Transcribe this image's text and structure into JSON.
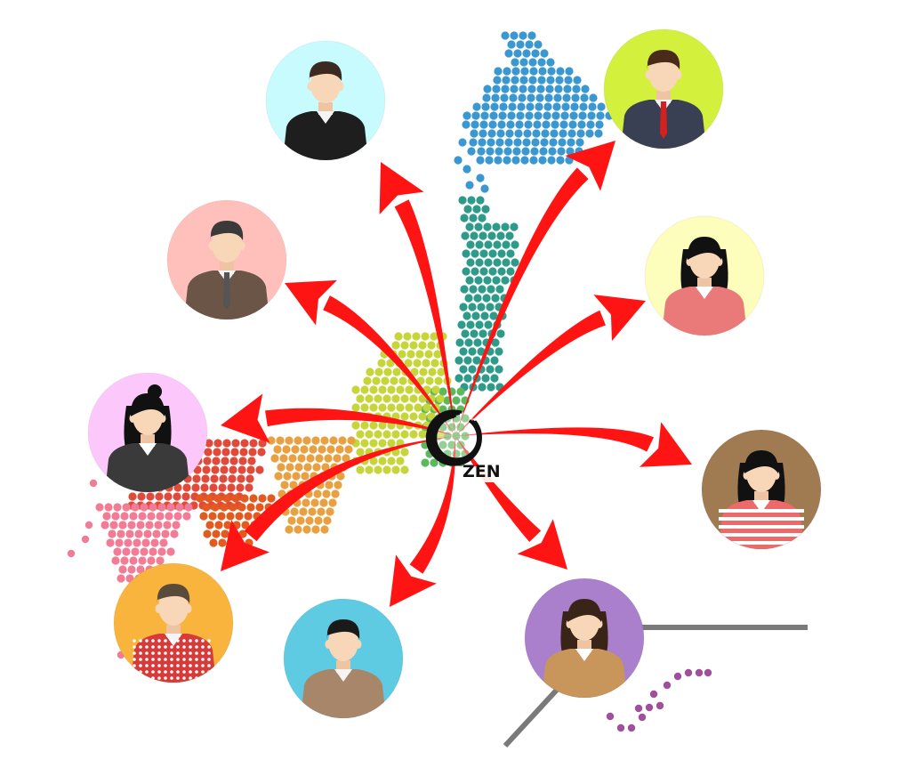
{
  "logo": {
    "text": "ZEN",
    "icon": "zen-ring-logo",
    "color": "#111111"
  },
  "colors": {
    "arrow": "#ff1414",
    "map_regions": {
      "hokkaido": "#3a97cf",
      "tohoku": "#2e9b8a",
      "kanto": "#5cb85c",
      "chubu": "#c6d63a",
      "kansai": "#e8a040",
      "chugoku": "#e04a3a",
      "shikoku": "#e25a20",
      "kyushu": "#f07c95",
      "okinawa": "#a0509a"
    },
    "connector_line": "#7a7a7a"
  },
  "people": [
    {
      "id": "top",
      "icon": "man-black-jacket-avatar-icon",
      "bg": "#c8fbfd",
      "top": "#1e1e1e",
      "hair": "#3a2a20"
    },
    {
      "id": "upper-left",
      "icon": "man-brown-suit-avatar-icon",
      "bg": "#ffc0bc",
      "top": "#6b5546",
      "hair": "#3a3a3a"
    },
    {
      "id": "left",
      "icon": "woman-bun-hair-avatar-icon",
      "bg": "#fcc8fc",
      "top": "#3a3a3a",
      "hair": "#111111"
    },
    {
      "id": "lower-left",
      "icon": "man-polka-shirt-avatar-icon",
      "bg": "#f8b43c",
      "top": "#d83a3a",
      "hair": "#5a4a3a"
    },
    {
      "id": "bottom",
      "icon": "man-tan-jacket-avatar-icon",
      "bg": "#5ecbe3",
      "top": "#a8866a",
      "hair": "#1a1a1a"
    },
    {
      "id": "bottom-right",
      "icon": "woman-long-hair-avatar-icon",
      "bg": "#aa80cc",
      "top": "#c8955a",
      "hair": "#3a2418"
    },
    {
      "id": "right",
      "icon": "woman-striped-shirt-avatar-icon",
      "bg": "#a07a50",
      "top": "#ec6a6a",
      "hair": "#111111"
    },
    {
      "id": "upper-right",
      "icon": "woman-pink-top-avatar-icon",
      "bg": "#fdfdbc",
      "top": "#ea7a7a",
      "hair": "#111111"
    },
    {
      "id": "top-right",
      "icon": "man-navy-suit-avatar-icon",
      "bg": "#d3f03c",
      "top": "#3a4054",
      "hair": "#4a2a18"
    }
  ]
}
